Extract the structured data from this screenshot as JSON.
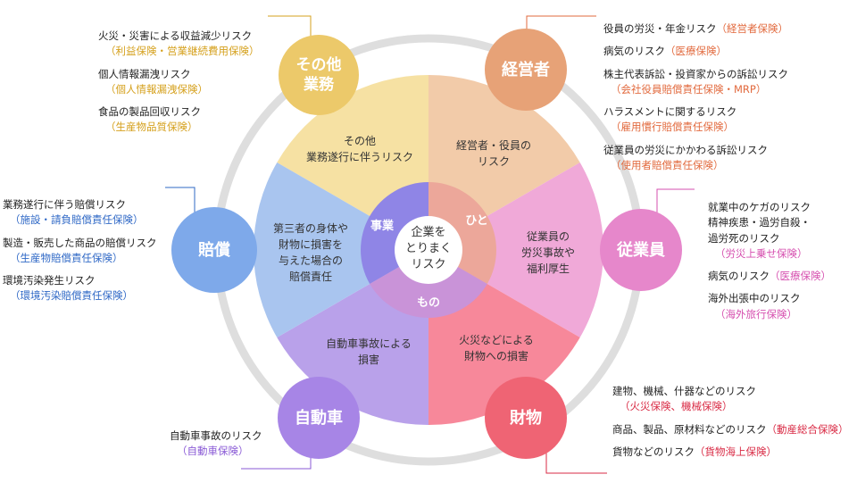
{
  "center": {
    "line1": "企業を",
    "line2": "とりまく",
    "line3": "リスク"
  },
  "inner": {
    "jigyo": "事業",
    "hito": "ひと",
    "mono": "もの"
  },
  "sectors": {
    "other": {
      "line1": "その他",
      "line2": "業務遂行に伴うリスク"
    },
    "mgmt": {
      "line1": "経営者・役員の",
      "line2": "リスク"
    },
    "employee": {
      "line1": "従業員の",
      "line2": "労災事故や",
      "line3": "福利厚生"
    },
    "property": {
      "line1": "火災などによる",
      "line2": "財物への損害"
    },
    "auto": {
      "line1": "自動車事故による",
      "line2": "損害"
    },
    "liability": {
      "line1": "第三者の身体や",
      "line2": "財物に損害を",
      "line3": "与えた場合の",
      "line4": "賠償責任"
    }
  },
  "bubbles": {
    "other": {
      "line1": "その他",
      "line2": "業務"
    },
    "mgmt": {
      "line1": "経営者"
    },
    "employee": {
      "line1": "従業員"
    },
    "property": {
      "line1": "財物"
    },
    "auto": {
      "line1": "自動車"
    },
    "liability": {
      "line1": "賠償"
    }
  },
  "notes": {
    "other": [
      {
        "risk": "火災・災害による収益減少リスク",
        "ins": "（利益保険・営業継続費用保険）"
      },
      {
        "risk": "個人情報漏洩リスク",
        "ins": "（個人情報漏洩保険）"
      },
      {
        "risk": "食品の製品回収リスク",
        "ins": "（生産物品質保険）"
      }
    ],
    "mgmt": [
      {
        "risk": "役員の労災・年金リスク",
        "ins": "（経営者保険）"
      },
      {
        "risk": "病気のリスク",
        "ins": "（医療保険）"
      },
      {
        "risk": "株主代表訴訟・投資家からの訴訟リスク",
        "ins": "（会社役員賠償責任保険・MRP）"
      },
      {
        "risk": "ハラスメントに関するリスク",
        "ins": "（雇用慣行賠償責任保険）"
      },
      {
        "risk": "従業員の労災にかかわる訴訟リスク",
        "ins": "（使用者賠償責任保険）"
      }
    ],
    "employee": [
      {
        "risk1": "就業中のケガのリスク",
        "risk2": "精神疾患・過労自殺・",
        "risk3": "過労死のリスク",
        "ins": "（労災上乗せ保険）"
      },
      {
        "risk": "病気のリスク",
        "ins": "（医療保険）"
      },
      {
        "risk": "海外出張中のリスク",
        "ins": "（海外旅行保険）"
      }
    ],
    "property": [
      {
        "risk": "建物、機械、什器などのリスク",
        "ins": "（火災保険、機械保険）"
      },
      {
        "risk": "商品、製品、原材料などのリスク",
        "ins": "（動産総合保険）"
      },
      {
        "risk": "貨物などのリスク",
        "ins": "（貨物海上保険）"
      }
    ],
    "auto": [
      {
        "risk": "自動車事故のリスク",
        "ins": "（自動車保険）"
      }
    ],
    "liability": [
      {
        "risk": "業務遂行に伴う賠償リスク",
        "ins": "（施設・請負賠償責任保険）"
      },
      {
        "risk": "製造・販売した商品の賠償リスク",
        "ins": "（生産物賠償責任保険）"
      },
      {
        "risk": "環境汚染発生リスク",
        "ins": "（環境汚染賠償責任保険）"
      }
    ]
  },
  "colors": {
    "other": "#f6e1a3",
    "mgmt": "#f2cba9",
    "employee": "#f0a9d8",
    "property": "#f7889a",
    "auto": "#b9a1ea",
    "liability": "#a9c5ef",
    "b_other": "#ecc96a",
    "b_mgmt": "#e7a277",
    "b_employee": "#e687cb",
    "b_property": "#ef6474",
    "b_auto": "#a785e6",
    "b_liability": "#7ea9ea",
    "inner_jigyo": "#8f85e6",
    "inner_hito": "#eca79a",
    "inner_mono": "#c993d8",
    "ins_other": "#d5a01c",
    "ins_mgmt": "#e26a3e",
    "ins_employee": "#d64faf",
    "ins_property": "#d92b45",
    "ins_auto": "#8a5ad6",
    "ins_liability": "#2f68c6",
    "ring": "#dedede"
  }
}
